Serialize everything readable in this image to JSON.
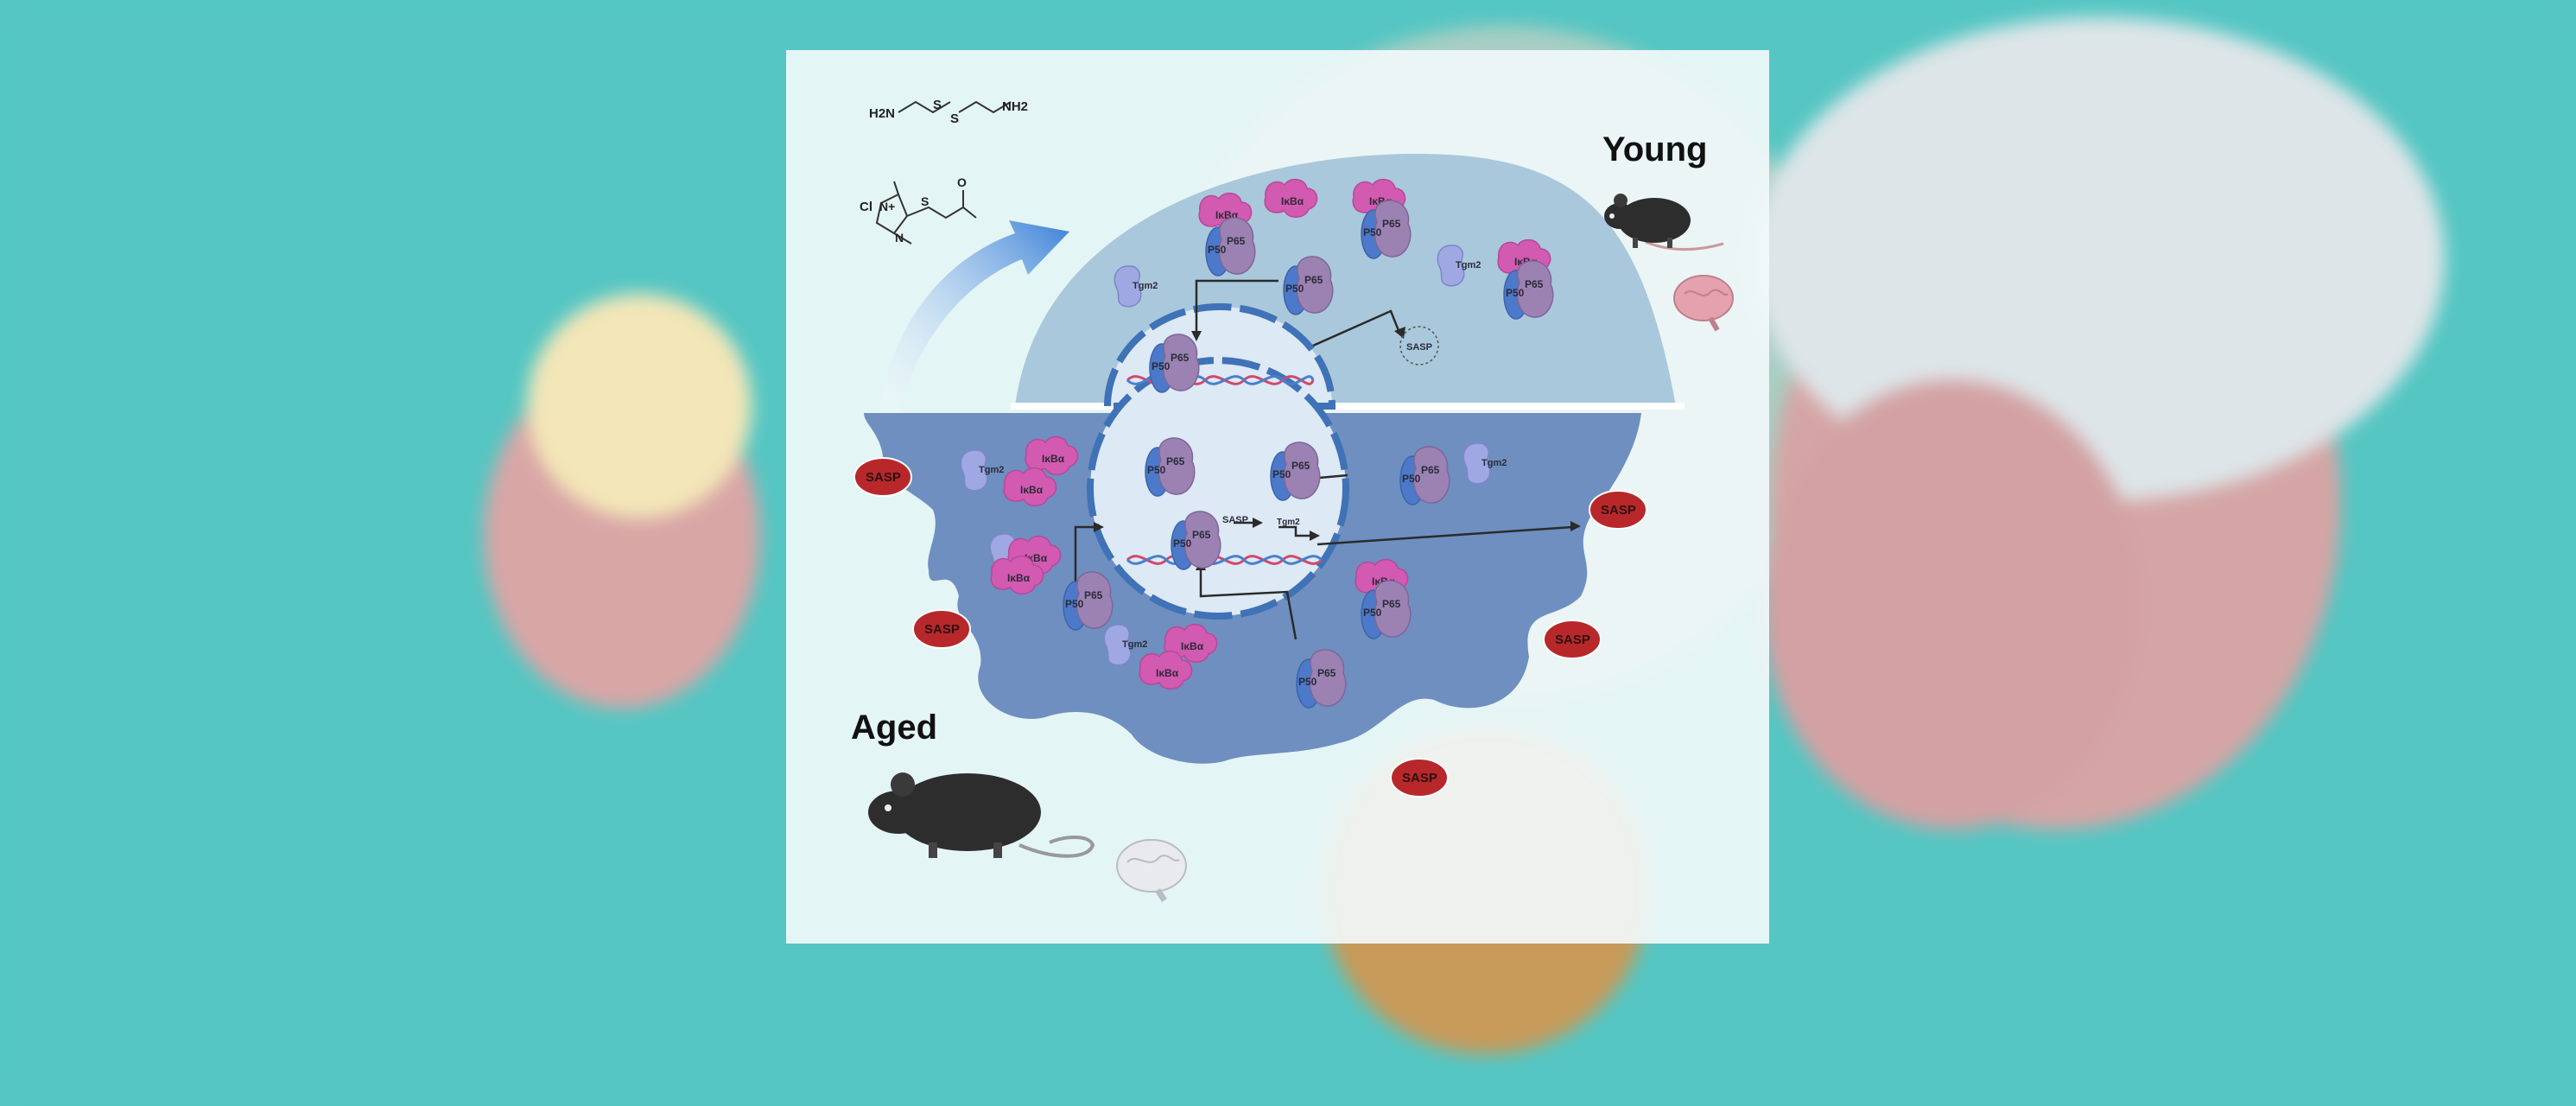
{
  "figure": {
    "label_young": "Young",
    "label_aged": "Aged",
    "sasp_label": "SASP",
    "tgm2_label": "Tgm2",
    "ikba_label": "IκBα",
    "p50_label": "P50",
    "p65_label": "P65",
    "chem_nh2_left": "H2N",
    "chem_s1": "S",
    "chem_s2": "S",
    "chem_nh2_right": "NH2",
    "chem_cl": "Cl",
    "chem_n_plus": "N+",
    "chem_n": "N",
    "chem_o": "O",
    "chem_s3": "S",
    "arrow_sasp": "SASP",
    "arrow_tgm2": "Tgm2"
  },
  "colors": {
    "background": "#55c6c3",
    "young_cell": "#a9c8dc",
    "aged_cell": "#6e8fbf",
    "nucleus": "#dde9f5",
    "sasp": "#b8282a",
    "ikba": "#d25ab0",
    "p50": "#4c79c9",
    "p65": "#9b82b3",
    "tgm2": "#9fa8e3"
  },
  "icons": [
    "mouse-young-icon",
    "brain-young-icon",
    "mouse-aged-icon",
    "brain-aged-icon",
    "dna-icon",
    "curved-arrow-icon"
  ]
}
